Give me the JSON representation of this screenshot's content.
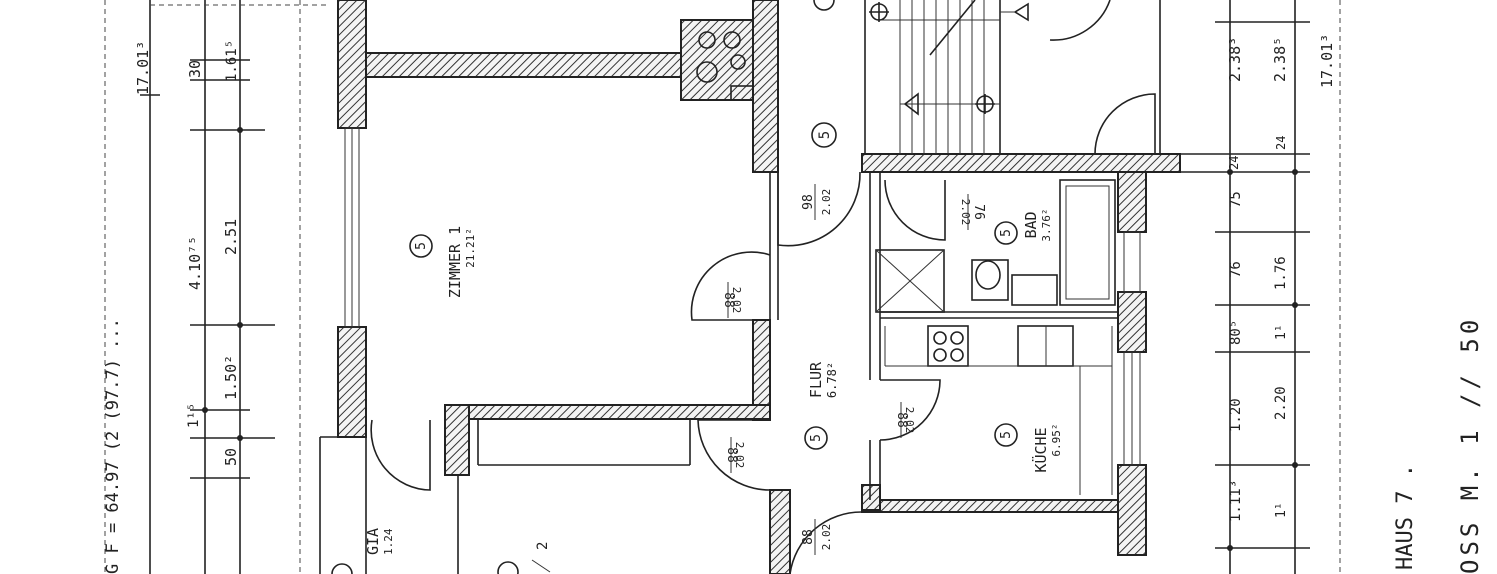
{
  "rooms": {
    "zimmer1": {
      "name": "ZIMMER 1",
      "area": "21.21²",
      "badge": "5"
    },
    "flur": {
      "name": "FLUR",
      "area": "6.78²",
      "badge": "5"
    },
    "bad": {
      "name": "BAD",
      "area": "3.76²",
      "badge": "5"
    },
    "kueche": {
      "name": "KÜCHE",
      "area": "6.95²",
      "badge": "5"
    },
    "loggia": {
      "name": "GIA",
      "area": "1.24"
    },
    "zimmer2": {
      "label": "2"
    },
    "stair": {
      "badge": "5"
    }
  },
  "doors": {
    "zimmer1": {
      "width": "88",
      "height": "2.02"
    },
    "flur_top": {
      "width": "98",
      "height": "2.02"
    },
    "bad": {
      "width": "76",
      "height": "2.02"
    },
    "kueche": {
      "width": "88",
      "height": "2.02"
    },
    "zimmer2": {
      "width": "88",
      "height": "2.02"
    },
    "bottom": {
      "width": "88",
      "height": "2.02"
    }
  },
  "dimensions": {
    "left_outer": [
      "17.01³",
      "4.10⁷⁵",
      "2.51",
      "1.50²",
      "1¹⁵",
      "50",
      "30",
      "1.61⁵"
    ],
    "left_area_note": "G F = 64.97 (2 (97.7) ...",
    "right_outer": [
      "2.38³",
      "2.38⁵",
      "17.01³",
      "24",
      "24",
      "75",
      "1.76",
      "76",
      "80⁵",
      "1¹",
      "1.20",
      "2.20",
      "1.11³",
      "1¹"
    ]
  },
  "title": {
    "haus": "HAUS 7 .",
    "scale": "OSS M. 1 // 50"
  }
}
